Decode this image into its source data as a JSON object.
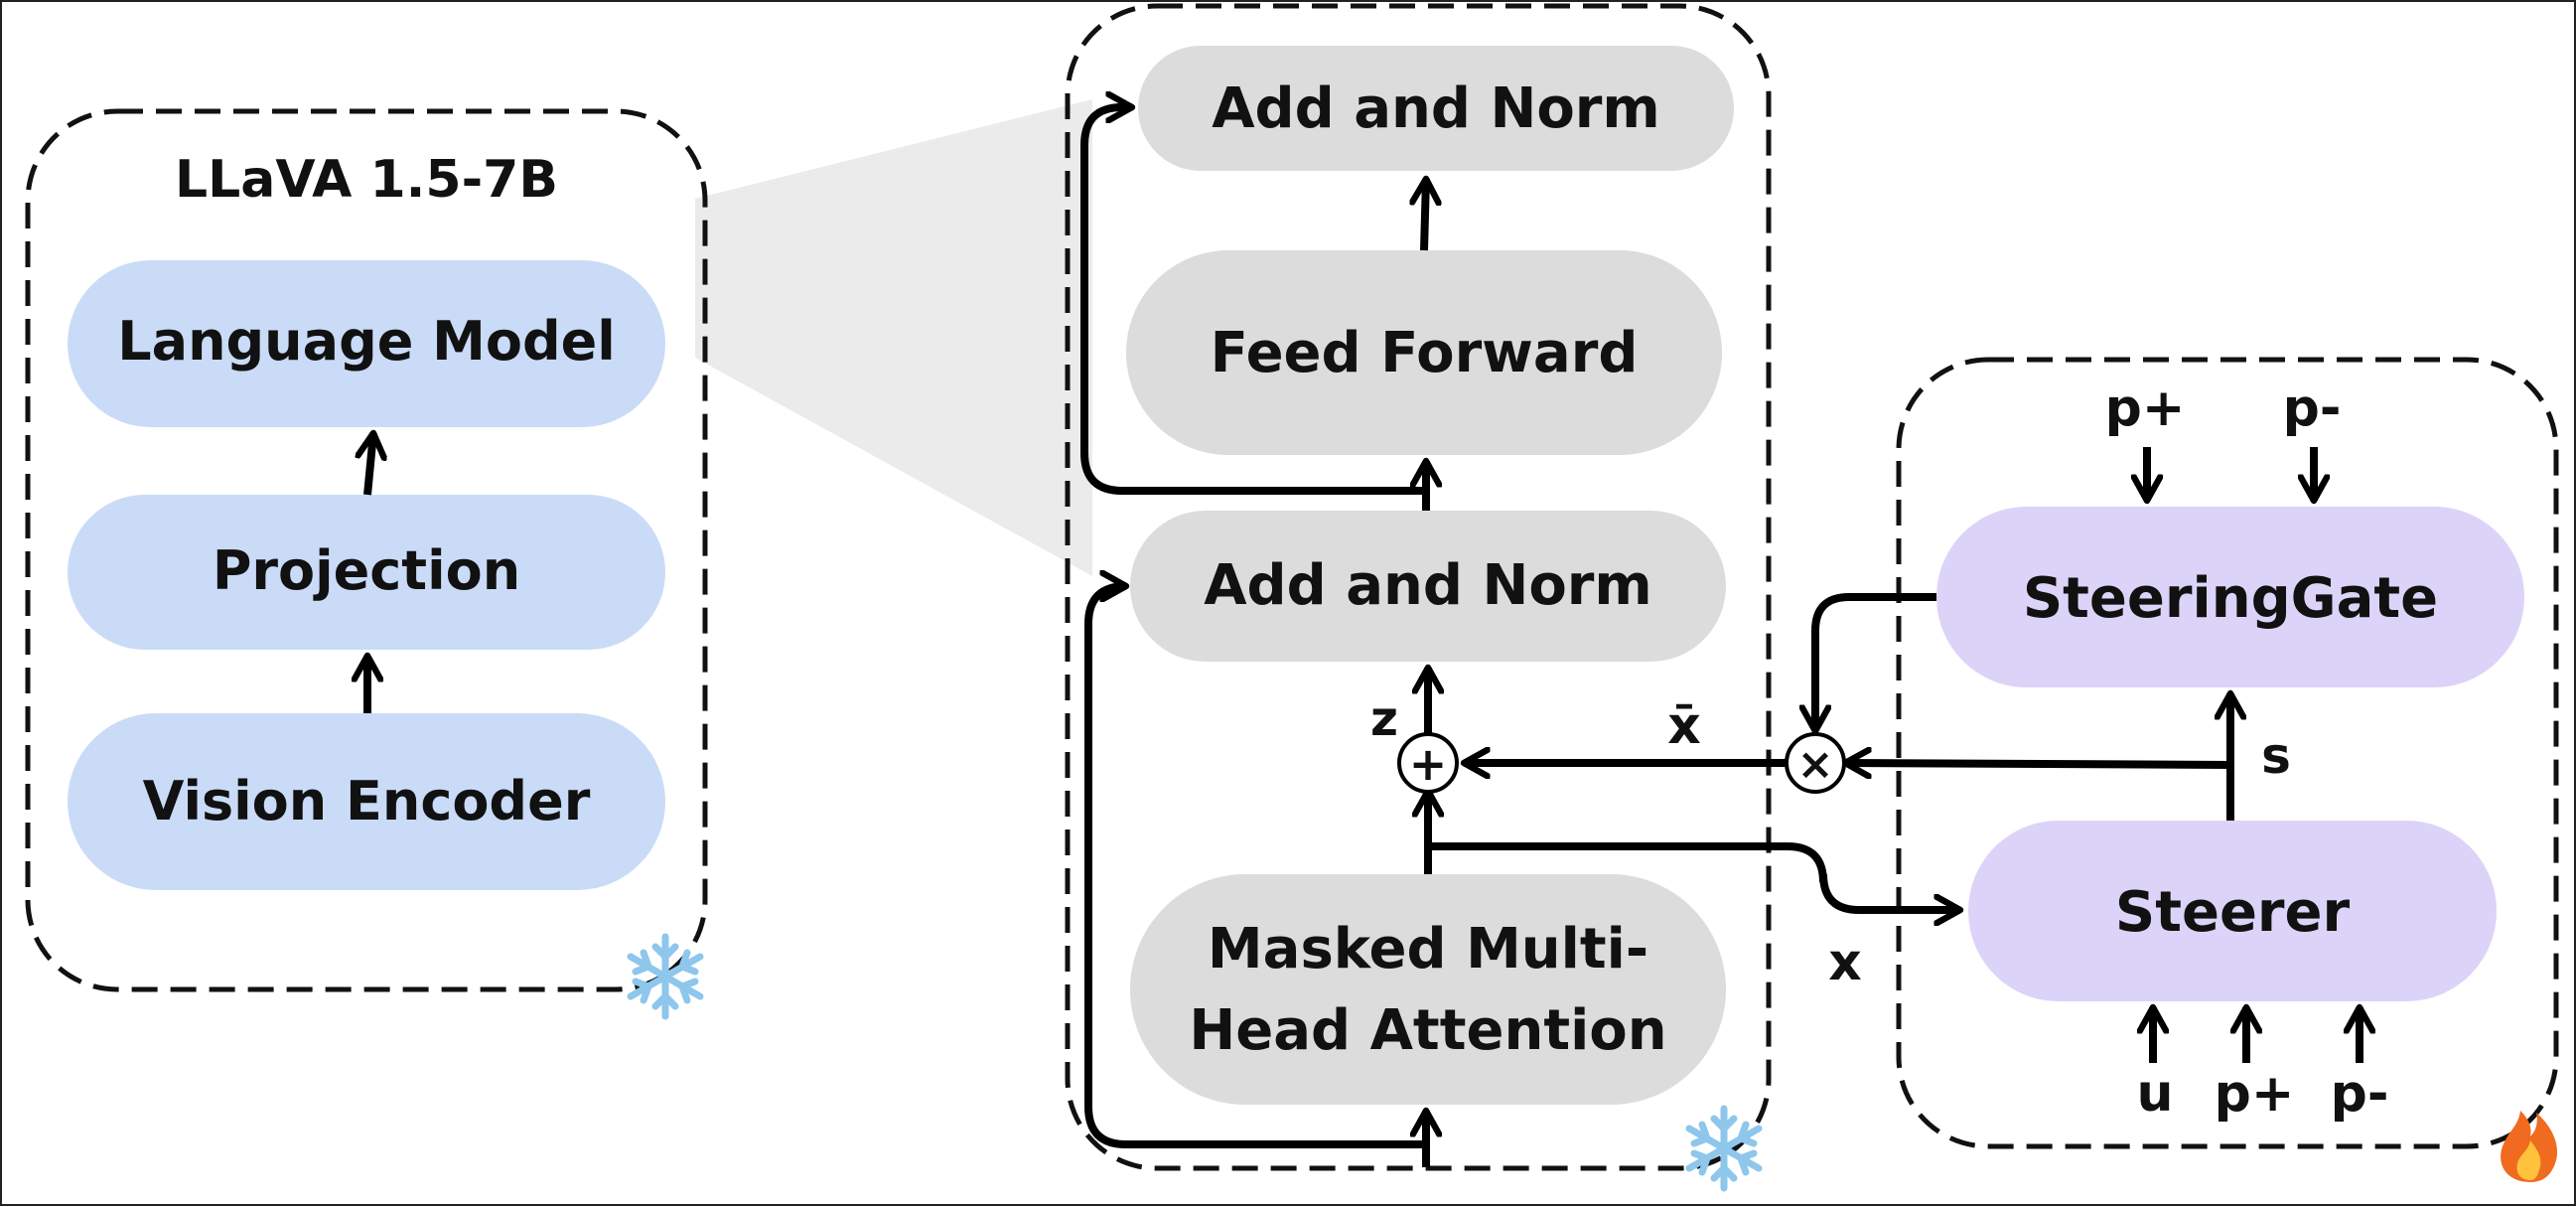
{
  "left_panel": {
    "title": "LLaVA 1.5-7B",
    "blocks": {
      "language_model": "Language Model",
      "projection": "Projection",
      "vision_encoder": "Vision Encoder"
    },
    "badge_icon": "snowflake-icon"
  },
  "transformer_block": {
    "add_norm_top": "Add and Norm",
    "feed_forward": "Feed Forward",
    "add_norm_bottom": "Add and Norm",
    "attention_line1": "Masked Multi-",
    "attention_line2": "Head Attention",
    "badge_icon": "snowflake-icon"
  },
  "steering_panel": {
    "gate": "SteeringGate",
    "steerer": "Steerer",
    "gate_inputs": [
      "p+",
      "p-"
    ],
    "steerer_inputs": [
      "u",
      "p+",
      "p-"
    ],
    "badge_icon": "fire-icon"
  },
  "symbols": {
    "z": "z",
    "x_bar": "x̄",
    "x": "x",
    "s": "s",
    "plus": "+",
    "times": "×"
  },
  "colors": {
    "llava_block": "#c9dbf7",
    "transformer_block": "#dcdcdc",
    "steering_block": "#dcd3f8",
    "zoom_wedge": "#ebebeb",
    "snowflake": "#8ec6ec",
    "fire": "#f06a1f"
  }
}
